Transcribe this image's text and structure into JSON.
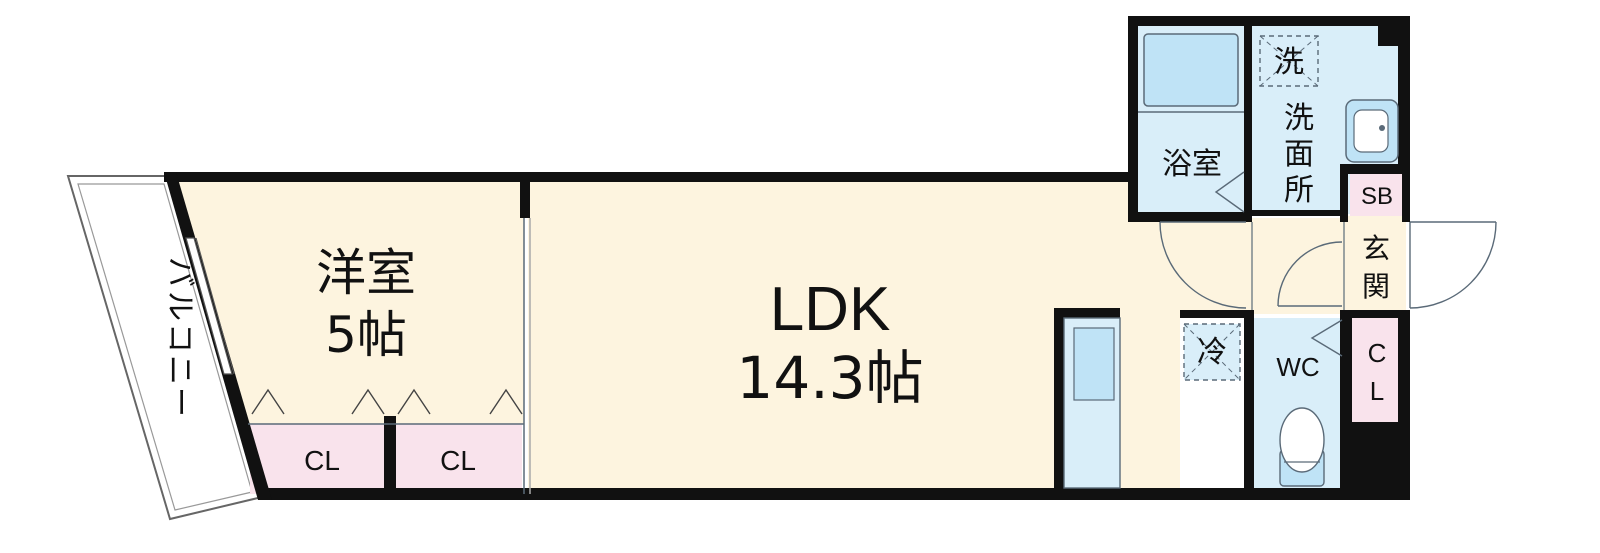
{
  "floorplan": {
    "rooms": {
      "western_room": {
        "name": "洋室",
        "size": "5帖"
      },
      "ldk": {
        "name": "LDK",
        "size": "14.3帖"
      },
      "bathroom": {
        "name": "浴室"
      },
      "washroom": {
        "name_lines": [
          "洗",
          "面",
          "所"
        ]
      },
      "washer_mark": "洗",
      "fridge_mark": "冷",
      "entrance": {
        "name_lines": [
          "玄",
          "関"
        ]
      },
      "shoe_box": "SB",
      "toilet": "WC",
      "closet_entrance_lines": [
        "C",
        "L"
      ],
      "closet_left": "CL",
      "closet_right": "CL",
      "balcony_chars": [
        "バ",
        "ル",
        "コ",
        "ニ",
        "ー"
      ]
    },
    "colors": {
      "wall": "#111111",
      "room_beige": "#fdf4df",
      "water_blue": "#d9eef9",
      "closet_pink": "#f9e3ec",
      "fixture_blue": "#bfe3f6",
      "line_gray": "#5a6a78"
    }
  }
}
